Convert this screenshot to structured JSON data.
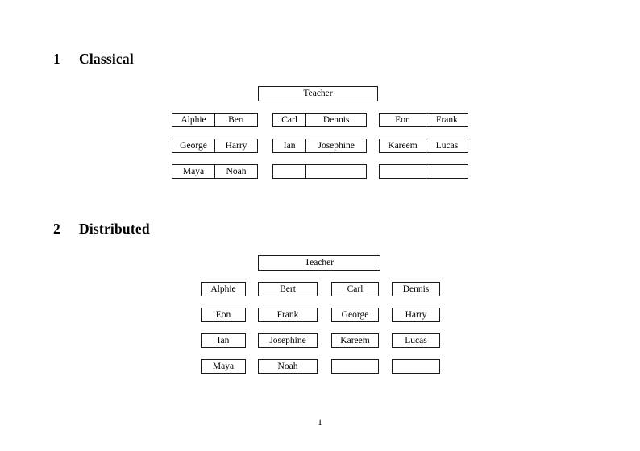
{
  "document": {
    "page_number": "1"
  },
  "sections": [
    {
      "number": "1",
      "title": "Classical",
      "root": {
        "label": "Teacher"
      },
      "layout": "paired-columns",
      "groups": [
        {
          "name": "group-a",
          "rows": [
            {
              "cells": [
                "Alphie",
                "Bert"
              ]
            },
            {
              "cells": [
                "George",
                "Harry"
              ]
            },
            {
              "cells": [
                "Maya",
                "Noah"
              ]
            }
          ]
        },
        {
          "name": "group-b",
          "rows": [
            {
              "cells": [
                "Carl",
                "Dennis"
              ]
            },
            {
              "cells": [
                "Ian",
                "Josephine"
              ]
            },
            {
              "cells": [
                "",
                ""
              ]
            }
          ]
        },
        {
          "name": "group-c",
          "rows": [
            {
              "cells": [
                "Eon",
                "Frank"
              ]
            },
            {
              "cells": [
                "Kareem",
                "Lucas"
              ]
            },
            {
              "cells": [
                "",
                ""
              ]
            }
          ]
        }
      ]
    },
    {
      "number": "2",
      "title": "Distributed",
      "root": {
        "label": "Teacher"
      },
      "layout": "separate-boxes",
      "rows": [
        {
          "cells": [
            "Alphie",
            "Bert",
            "Carl",
            "Dennis"
          ]
        },
        {
          "cells": [
            "Eon",
            "Frank",
            "George",
            "Harry"
          ]
        },
        {
          "cells": [
            "Ian",
            "Josephine",
            "Kareem",
            "Lucas"
          ]
        },
        {
          "cells": [
            "Maya",
            "Noah",
            "",
            ""
          ]
        }
      ]
    }
  ],
  "colors": {
    "page_background": "#ffffff",
    "text": "#000000",
    "box_border": "#1a1a1a"
  }
}
